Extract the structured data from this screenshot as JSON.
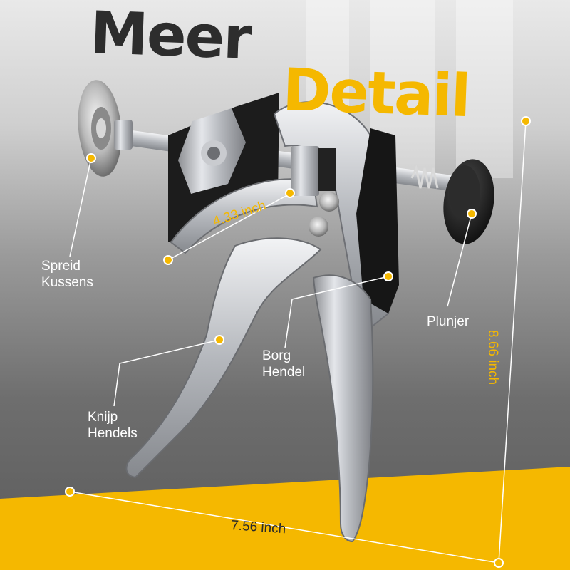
{
  "title": {
    "line1": "Meer",
    "line2": "Detail"
  },
  "labels": {
    "spreid_kussens": [
      "Spreid",
      "Kussens"
    ],
    "knijp_hendels": [
      "Knijp",
      "Hendels"
    ],
    "borg_hendel": [
      "Borg",
      "Hendel"
    ],
    "plunjer": "Plunjer"
  },
  "dimensions": {
    "width_jaw": "4.33 inch",
    "height": "8.66 inch",
    "bottom": "7.56 inch"
  },
  "colors": {
    "accent": "#f5b800",
    "title_dark": "#2d2d2d",
    "label_text": "#ffffff",
    "banner": "#f5b800"
  }
}
